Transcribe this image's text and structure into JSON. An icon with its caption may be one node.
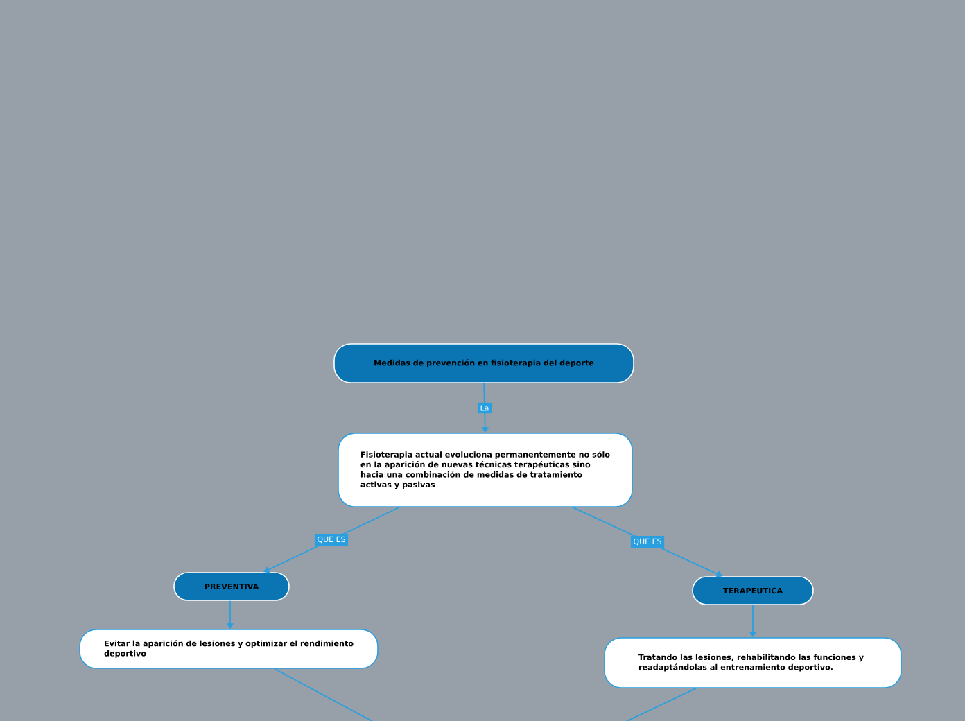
{
  "diagram": {
    "nodes": [
      {
        "text": [
          "Medidas de prevención en fisioterapia del deporte"
        ]
      },
      {
        "text": [
          "Fisioterapia actual evoluciona permanentemente no sólo en la aparición de nuevas técnicas terapéuticas sino hacia una combinación de medidas de tratamiento activas y pasivas"
        ]
      },
      {
        "text": [
          "PREVENTIVA"
        ]
      },
      {
        "text": [
          "TERAPEUTICA"
        ]
      },
      {
        "text": [
          "Evitar la aparición de lesiones y optimizar el rendimiento deportivo"
        ]
      },
      {
        "text": [
          "Tratando las lesiones, rehabilitando las funciones y readaptándolas al entrenamiento deportivo."
        ]
      }
    ],
    "edges": [
      {
        "from": 0,
        "to": 1,
        "arrow": "to",
        "label": "La"
      },
      {
        "from": 1,
        "to": 2,
        "arrow": "to",
        "label": "QUE ES"
      },
      {
        "from": 1,
        "to": 3,
        "arrow": "to",
        "label": "QUE ES"
      },
      {
        "from": 2,
        "to": 4,
        "arrow": "to"
      },
      {
        "from": 3,
        "to": 5,
        "arrow": "to"
      },
      {
        "from": 4,
        "to": null,
        "arrow": "none"
      },
      {
        "from": 5,
        "to": null,
        "arrow": "none"
      }
    ]
  }
}
